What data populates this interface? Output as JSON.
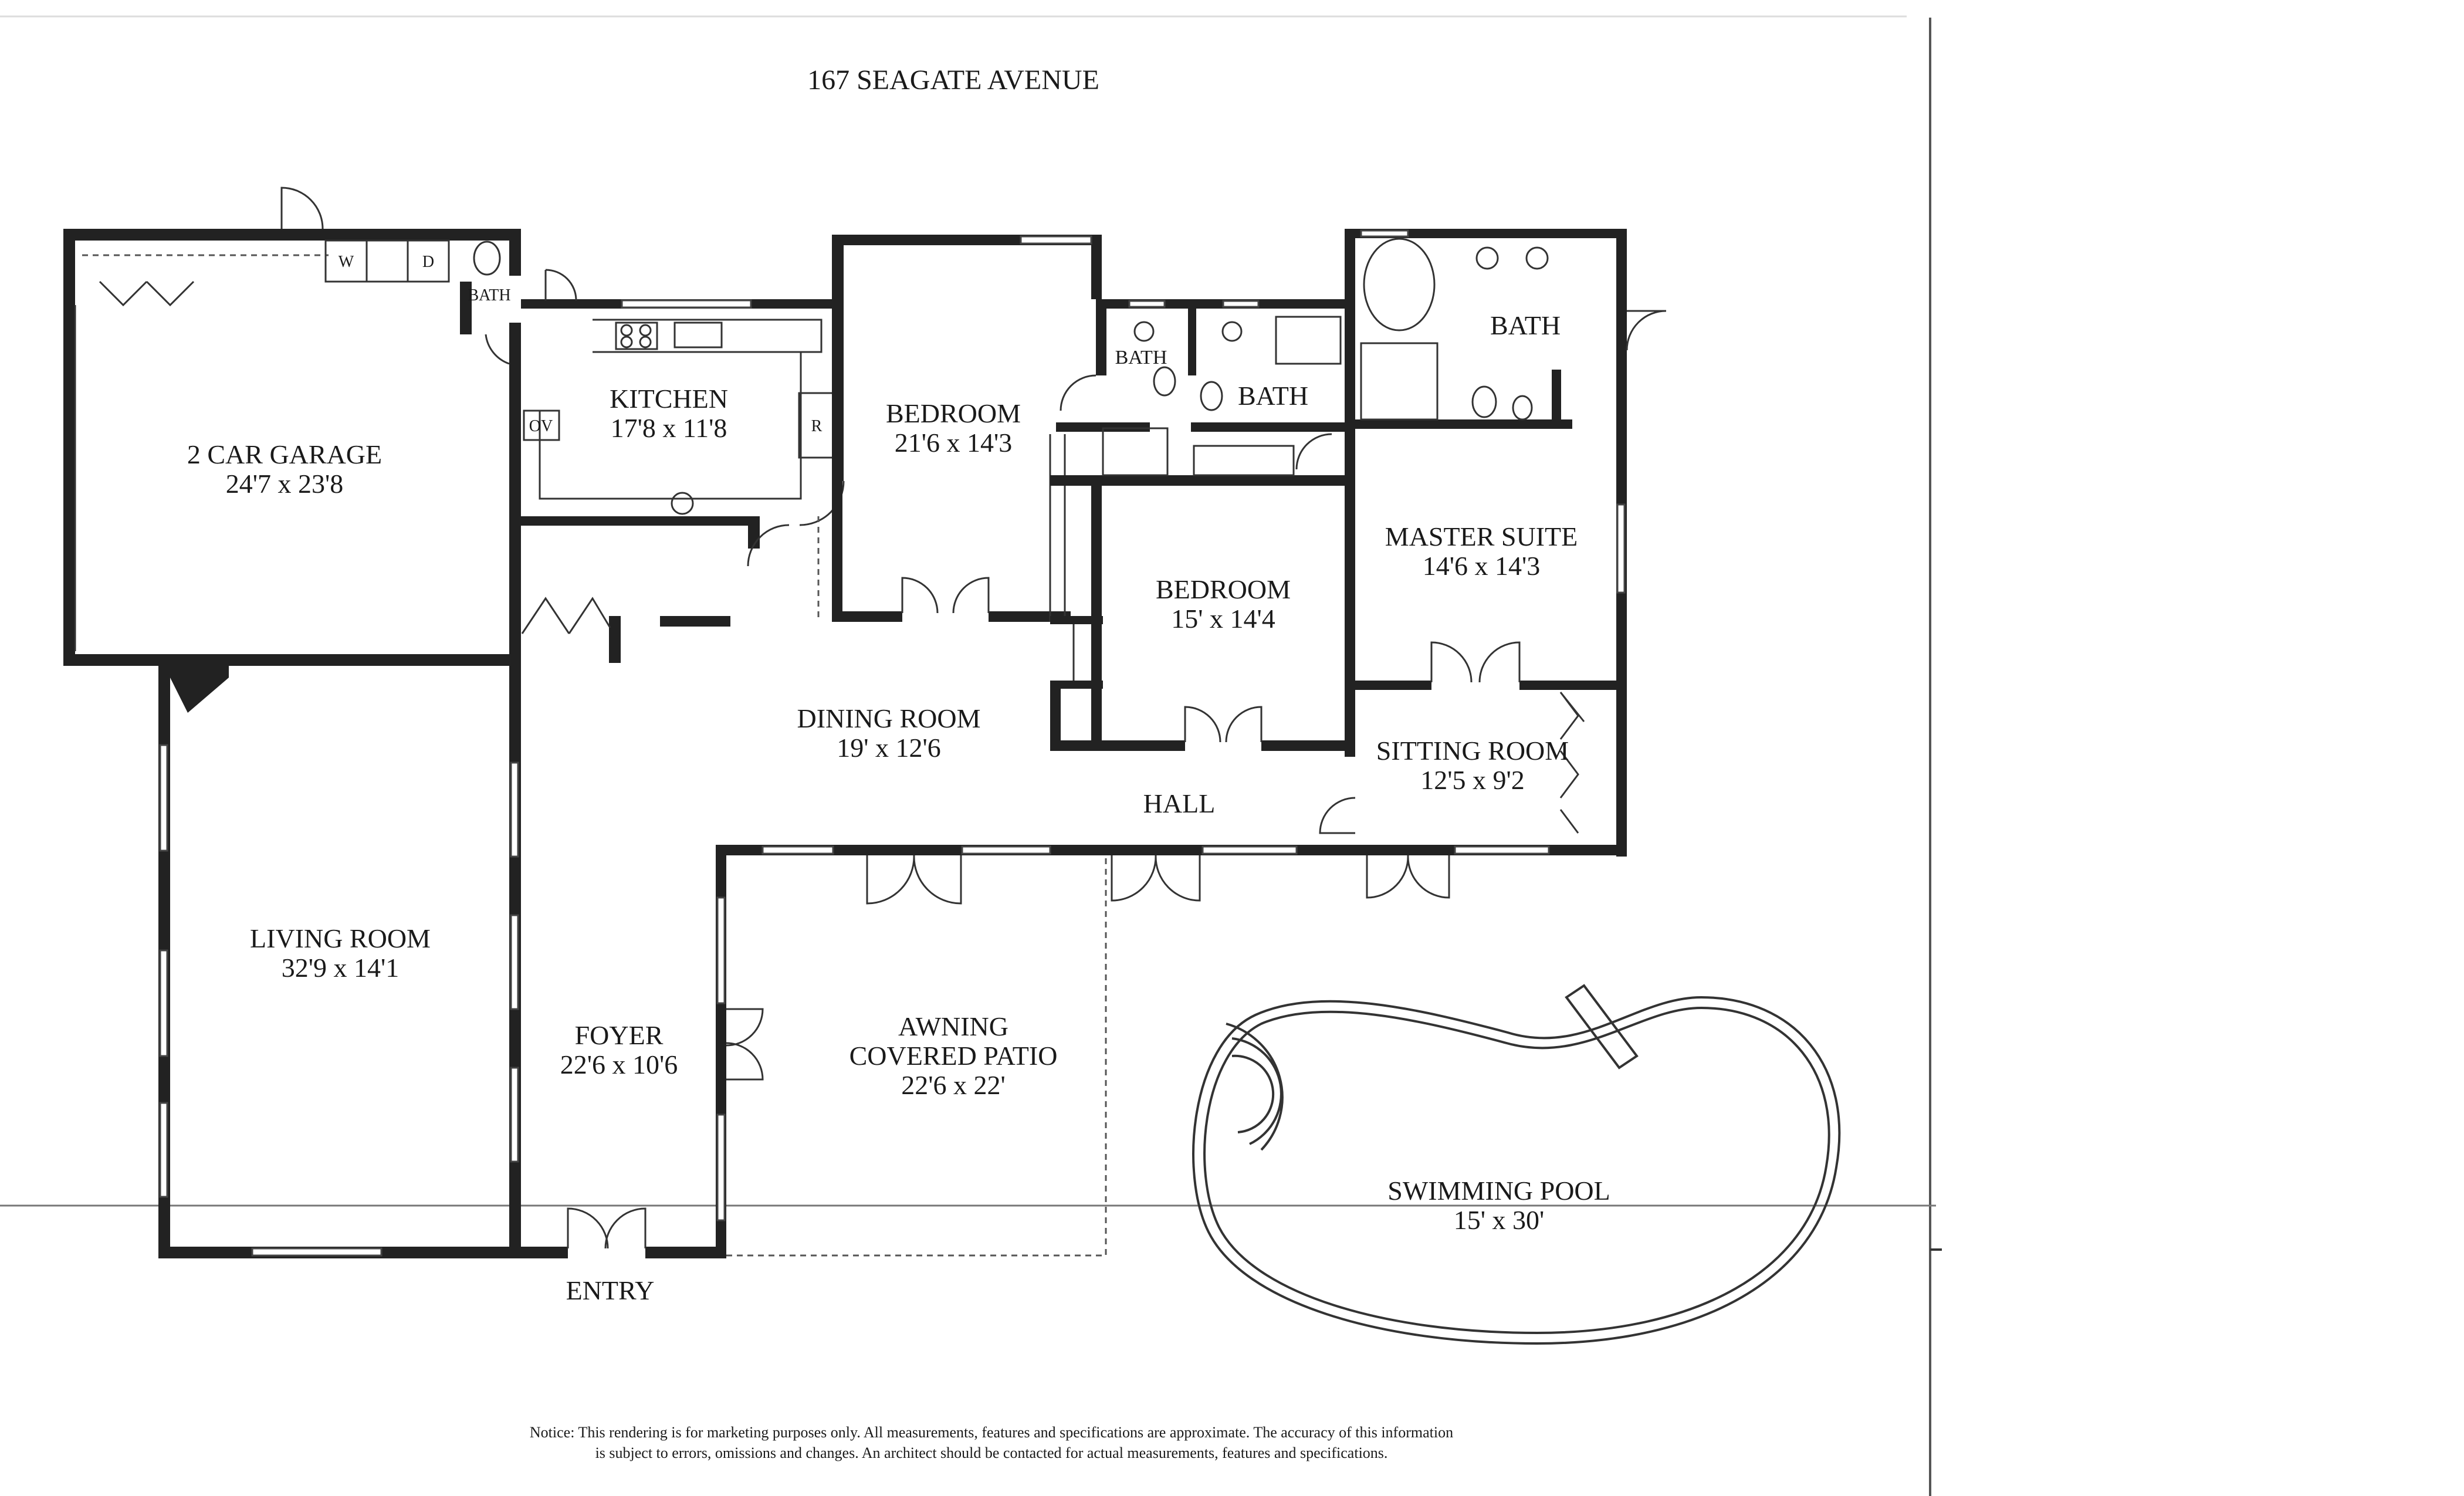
{
  "title": "167 SEAGATE AVENUE",
  "rooms": {
    "garage": {
      "name": "2 CAR GARAGE",
      "size": "24'7 x 23'8"
    },
    "kitchen": {
      "name": "KITCHEN",
      "size": "17'8 x 11'8"
    },
    "bedroom1": {
      "name": "BEDROOM",
      "size": "21'6 x 14'3"
    },
    "bedroom2": {
      "name": "BEDROOM",
      "size": "15' x 14'4"
    },
    "master": {
      "name": "MASTER SUITE",
      "size": "14'6 x 14'3"
    },
    "sitting": {
      "name": "SITTING ROOM",
      "size": "12'5 x 9'2"
    },
    "dining": {
      "name": "DINING ROOM",
      "size": "19' x 12'6"
    },
    "living": {
      "name": "LIVING ROOM",
      "size": "32'9 x 14'1"
    },
    "foyer": {
      "name": "FOYER",
      "size": "22'6 x 10'6"
    },
    "patio": {
      "name": "AWNING",
      "name2": "COVERED PATIO",
      "size": "22'6 x 22'"
    },
    "pool": {
      "name": "SWIMMING POOL",
      "size": "15' x 30'"
    }
  },
  "labels": {
    "hall": "HALL",
    "entry": "ENTRY",
    "bath_master": "BATH",
    "bath_mid": "BATH",
    "bath_small": "BATH",
    "bath_garage": "BATH",
    "washer": "W",
    "dryer": "D",
    "oven": "OV",
    "fridge": "R"
  },
  "notice": {
    "line1": "Notice: This rendering is for marketing purposes only. All measurements, features and specifications are approximate. The accuracy of this information",
    "line2": "is subject to errors, omissions and changes. An architect should be contacted for actual measurements, features and specifications."
  }
}
